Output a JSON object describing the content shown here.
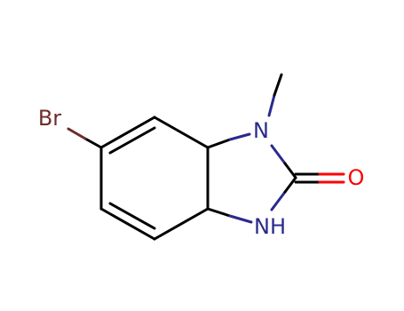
{
  "molecule": {
    "atoms": [
      {
        "id": "Br",
        "label": "Br",
        "color": "#6e2c2c"
      },
      {
        "id": "N1",
        "label": "N",
        "color": "#2a2a8c"
      },
      {
        "id": "O",
        "label": "O",
        "color": "#ff0000"
      },
      {
        "id": "NH",
        "label": "NH",
        "color": "#2a2a8c"
      }
    ],
    "colors": {
      "bond": "#000000",
      "nitrogen": "#2a2a8c",
      "oxygen": "#ff0000",
      "bromine": "#6e2c2c"
    }
  }
}
